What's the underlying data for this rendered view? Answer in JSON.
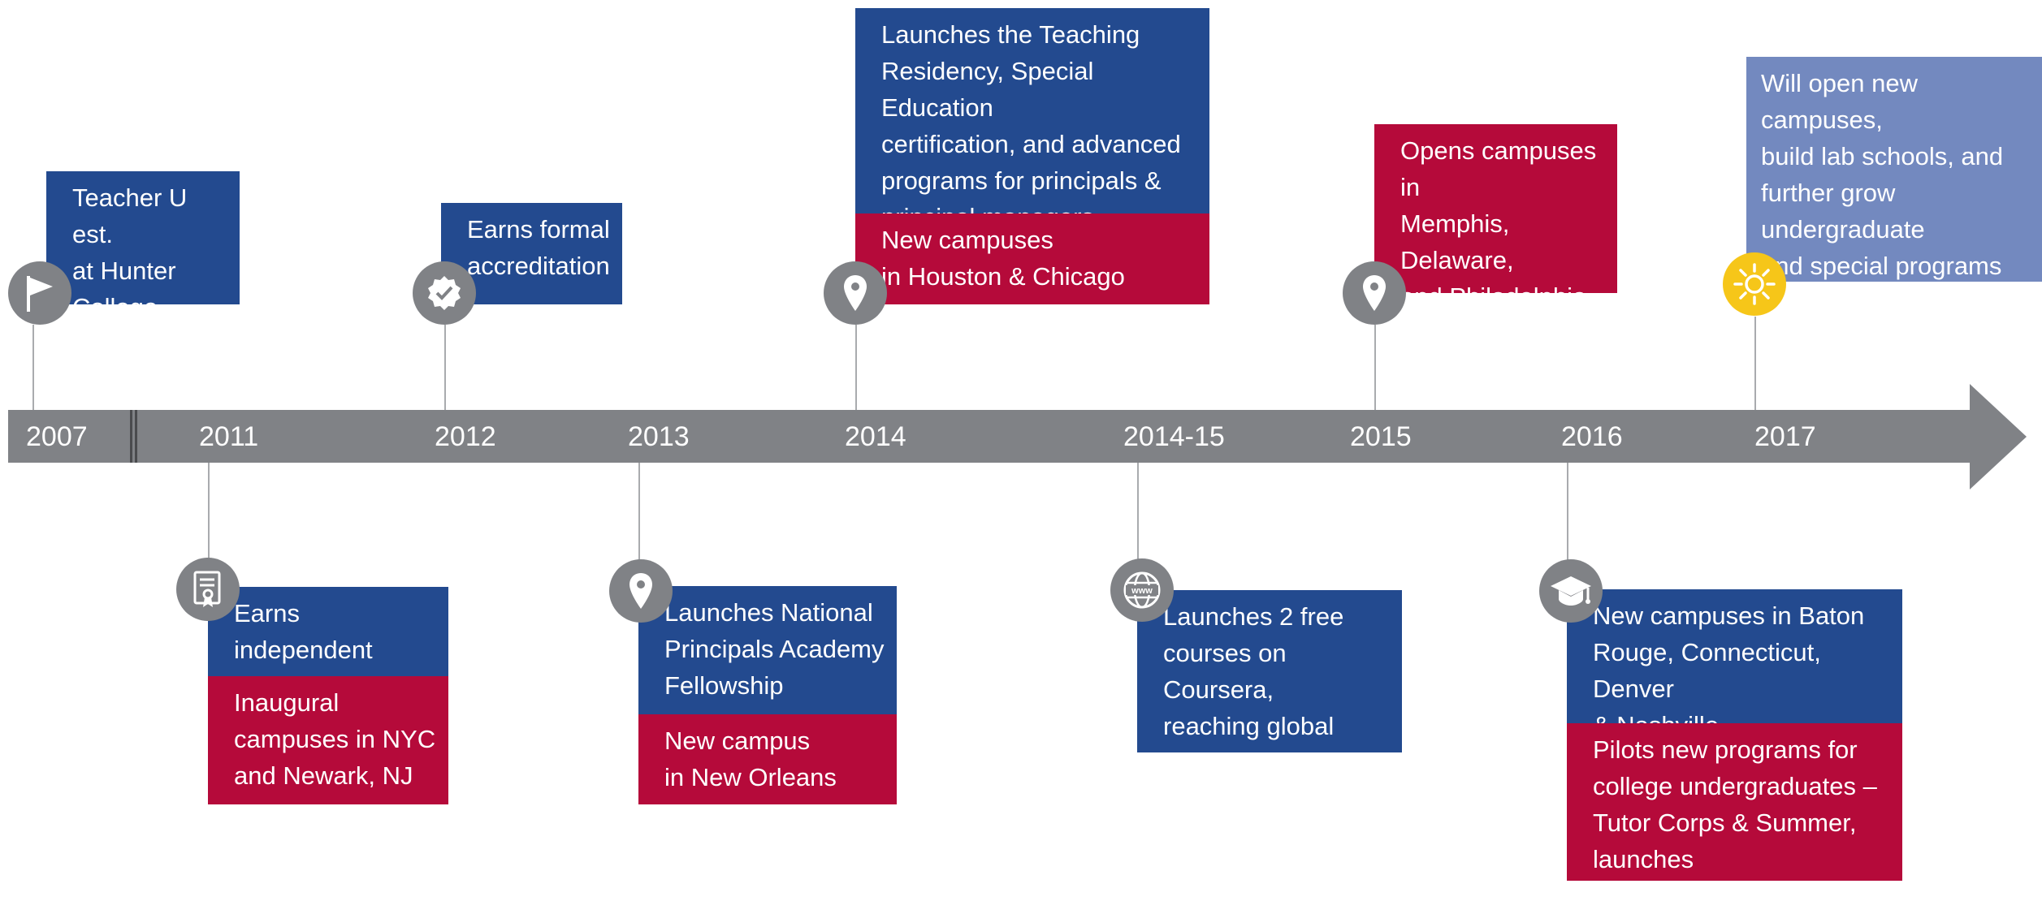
{
  "timeline": {
    "years": [
      "2007",
      "2011",
      "2012",
      "2013",
      "2014",
      "2014-15",
      "2015",
      "2016",
      "2017"
    ],
    "colors": {
      "axis": "#808286",
      "blue": "#234a8f",
      "red": "#b50a3a",
      "future": "#7389bf",
      "sun_icon": "#f6c619",
      "icon": "#808286"
    },
    "milestones": {
      "m2007": {
        "icon": "flag-icon",
        "text": "Teacher U est.\nat Hunter\nCollege"
      },
      "m2011": {
        "icon": "certificate-icon",
        "text": "Earns independent\ncharter",
        "text2": "Inaugural\ncampuses in NYC\nand Newark, NJ"
      },
      "m2012": {
        "icon": "check-badge-icon",
        "text": "Earns formal\naccreditation"
      },
      "m2013": {
        "icon": "location-pin-icon",
        "text": "Launches National\nPrincipals Academy\nFellowship",
        "text2": "New campus\nin New Orleans"
      },
      "m2014": {
        "icon": "location-pin-icon",
        "text": "Launches the Teaching\nResidency, Special Education\ncertification, and advanced\nprograms for principals &\nprincipal managers",
        "text2": "New campuses\nin Houston & Chicago"
      },
      "m2014_15": {
        "icon": "www-globe-icon",
        "text": "Launches 2 free\ncourses on Coursera,\nreaching global\naudiences"
      },
      "m2015": {
        "icon": "location-pin-icon",
        "text": "Opens campuses in\nMemphis, Delaware,\nand Philadelphia &\nCamden"
      },
      "m2016": {
        "icon": "graduation-cap-icon",
        "text": "New campuses in Baton\nRouge, Connecticut, Denver\n& Nashville",
        "text2": "Pilots new programs for\ncollege undergraduates –\nTutor Corps & Summer,\nlaunches TeacherSquared."
      },
      "m2017": {
        "icon": "sun-icon",
        "text": "Will open new campuses,\nbuild lab schools, and\nfurther grow\nundergraduate\n     and special programs"
      }
    }
  }
}
